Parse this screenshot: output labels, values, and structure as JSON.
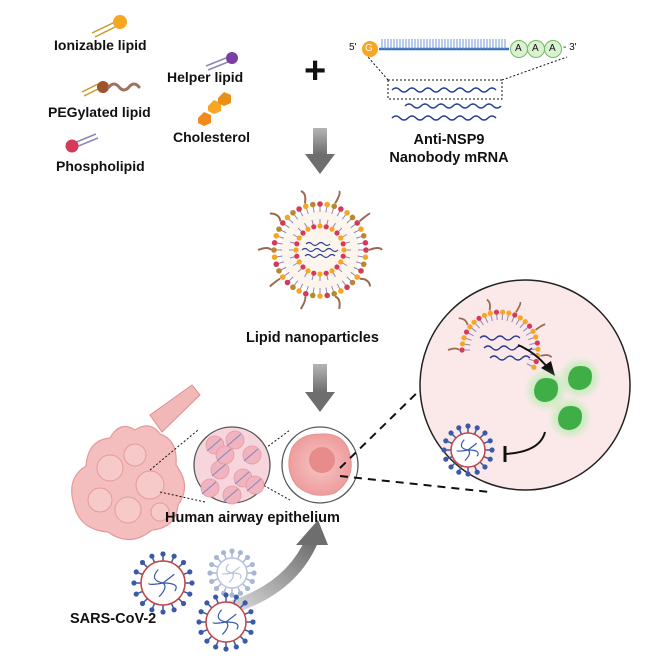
{
  "legend": {
    "ionizable_lipid": "Ionizable lipid",
    "helper_lipid": "Helper lipid",
    "pegylated_lipid": "PEGylated lipid",
    "cholesterol": "Cholesterol",
    "phospholipid": "Phospholipid"
  },
  "plus_sign": "+",
  "mrna": {
    "five_prime": "5'",
    "three_prime": "- 3'",
    "cap_letter": "G",
    "polya": [
      "A",
      "A",
      "A"
    ],
    "title_line1": "Anti-NSP9",
    "title_line2": "Nanobody mRNA"
  },
  "lnp_label": "Lipid nanoparticles",
  "epithelium_label": "Human airway epithelium",
  "virus_label": "SARS-CoV-2",
  "colors": {
    "lipid_head": "#f5a623",
    "pink_head": "#d63a5a",
    "purple_head": "#7a3fa0",
    "peg_tail": "#9a6a50",
    "mrna_blue": "#2c3e8f",
    "arrow_gray": "#7d7d7d",
    "tissue_pink": "#f2b8b8",
    "nanobody_green": "#3fbf4a",
    "virus_blue": "#3a5aa8"
  }
}
